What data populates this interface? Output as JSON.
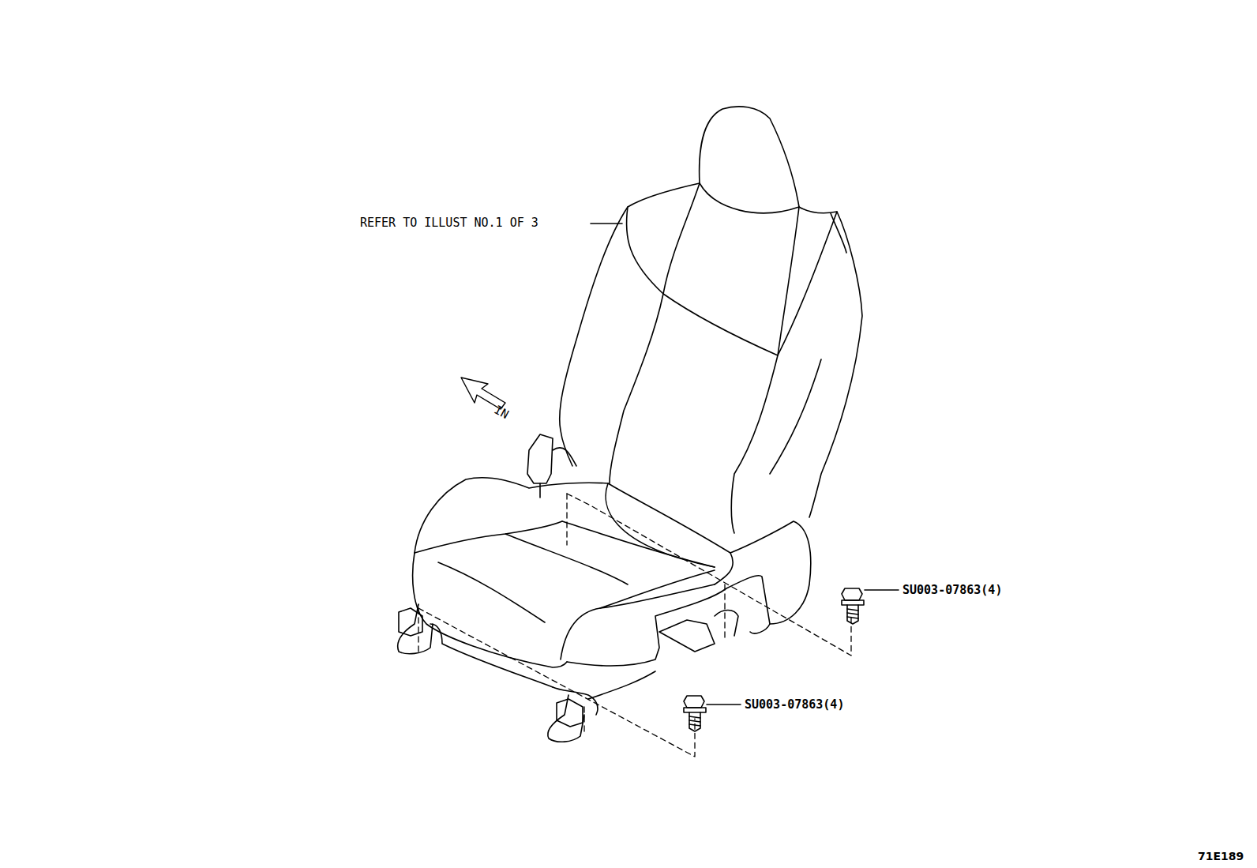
{
  "diagram": {
    "labels": [
      "REFER TO ILLUST NO.1 OF 3",
      "IN",
      "SU003-07863(4)",
      "SU003-07863(4)",
      "71E189"
    ]
  }
}
